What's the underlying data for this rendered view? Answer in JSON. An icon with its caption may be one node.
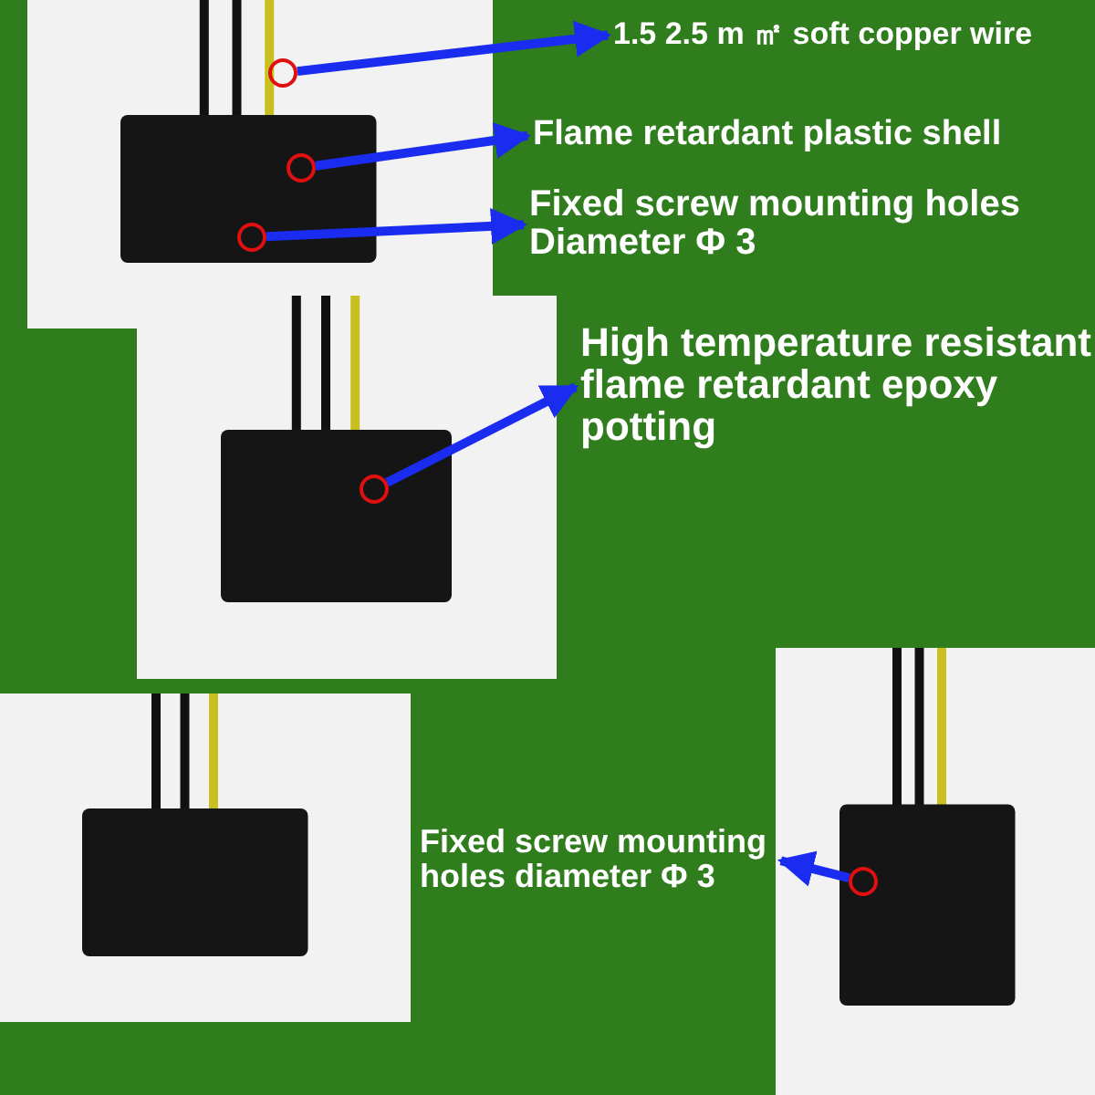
{
  "diagram": {
    "nodes": [
      {
        "text": [],
        "shape": "picture"
      },
      {
        "text": [],
        "shape": "circle",
        "in": 0
      },
      {
        "text": [],
        "shape": "circle",
        "in": 0
      },
      {
        "text": [],
        "shape": "circle",
        "in": 0
      },
      {
        "text": [
          "1.5 2.5 m ㎡ soft copper wire"
        ]
      },
      {
        "text": [
          "Flame retardant plastic shell"
        ]
      },
      {
        "text": [
          "Fixed screw mounting holes Diameter Φ 3"
        ]
      },
      {
        "text": [],
        "shape": "picture"
      },
      {
        "text": [],
        "shape": "circle",
        "in": 7
      },
      {
        "text": [
          "High temperature resistant flame retardant epoxy potting"
        ]
      },
      {
        "text": [],
        "shape": "picture"
      },
      {
        "text": [],
        "shape": "picture"
      },
      {
        "text": [],
        "shape": "circle",
        "in": 11
      },
      {
        "text": [
          "Fixed screw mounting holes diameter Φ 3"
        ]
      }
    ],
    "edges": [
      {
        "from": 1,
        "to": 4,
        "arrow": "to"
      },
      {
        "from": 2,
        "to": 5,
        "arrow": "to"
      },
      {
        "from": 3,
        "to": 6,
        "arrow": "to"
      },
      {
        "from": 8,
        "to": 9,
        "arrow": "to"
      },
      {
        "from": 12,
        "to": 13,
        "arrow": "to"
      }
    ]
  }
}
